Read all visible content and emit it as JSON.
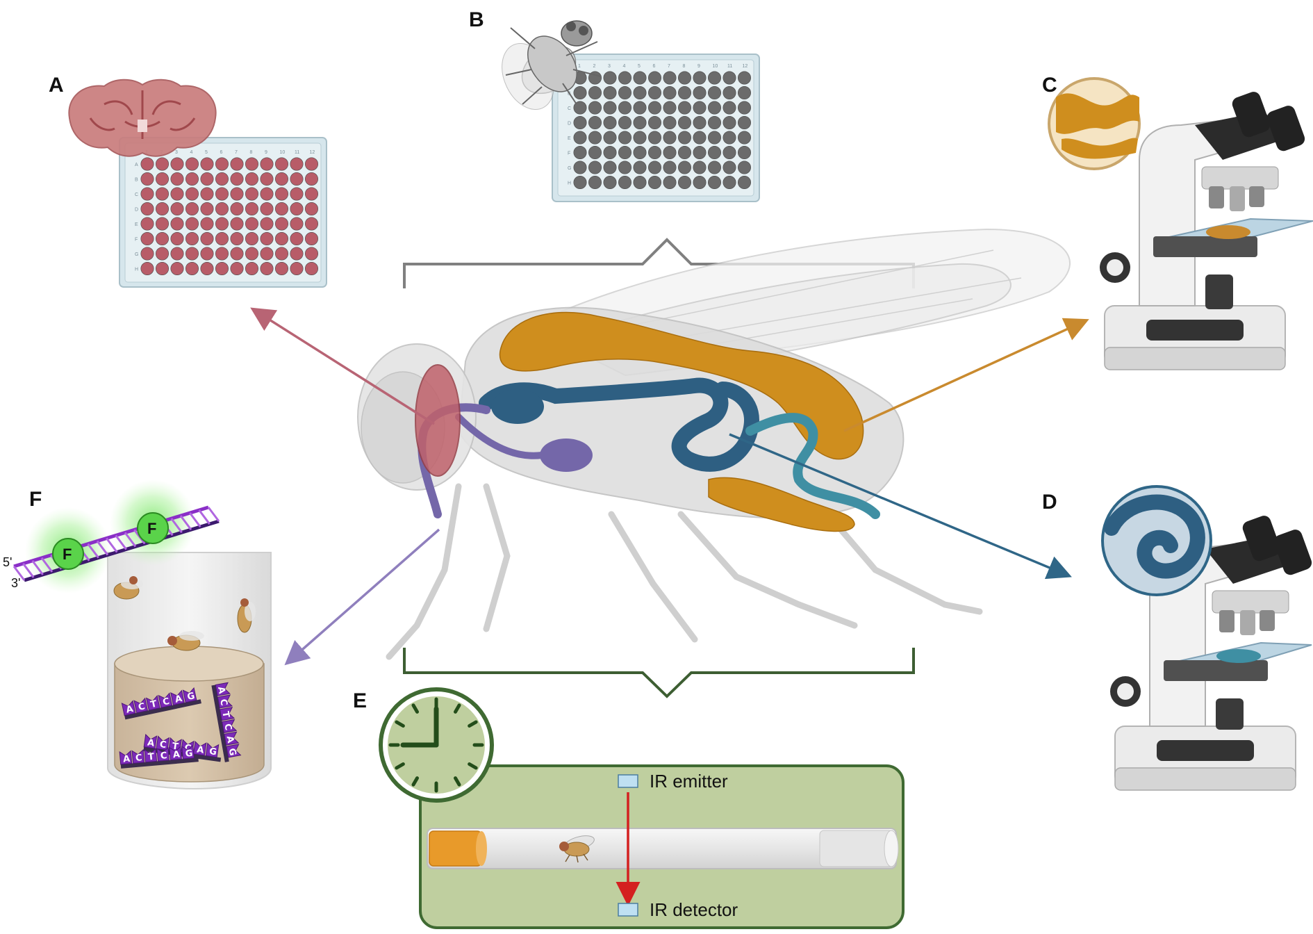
{
  "panels": {
    "A": {
      "letter": "A"
    },
    "B": {
      "letter": "B"
    },
    "C": {
      "letter": "C"
    },
    "D": {
      "letter": "D"
    },
    "E": {
      "letter": "E"
    },
    "F": {
      "letter": "F"
    }
  },
  "plate": {
    "columns": [
      "1",
      "2",
      "3",
      "4",
      "5",
      "6",
      "7",
      "8",
      "9",
      "10",
      "11",
      "12"
    ],
    "rows": [
      "A",
      "B",
      "C",
      "D",
      "E",
      "F",
      "G",
      "H"
    ]
  },
  "assay_e": {
    "emitter_label": "IR emitter",
    "detector_label": "IR detector"
  },
  "assay_f": {
    "fluorophore_label": "F",
    "strand_5": "5'",
    "strand_3": "3'",
    "sequence": [
      "A",
      "C",
      "T",
      "C",
      "A",
      "G"
    ]
  },
  "colors": {
    "brain": "#c0626b",
    "well_red": "#b85c68",
    "well_gray": "#6b6b6b",
    "fat_body": "#cf8e1e",
    "gut": "#2e5f82",
    "crop": "#7467a9",
    "arrow_a": "#b86474",
    "arrow_c": "#c98a2e",
    "arrow_d": "#2f6687",
    "arrow_f": "#8f7fbd",
    "bracket_top": "#808080",
    "bracket_bottom": "#3d5e32",
    "assay_green": "#bfcf9f",
    "assay_border": "#3f6a32",
    "dna_purple": "#8a2fc7",
    "fluor_green": "#5ad34a"
  }
}
